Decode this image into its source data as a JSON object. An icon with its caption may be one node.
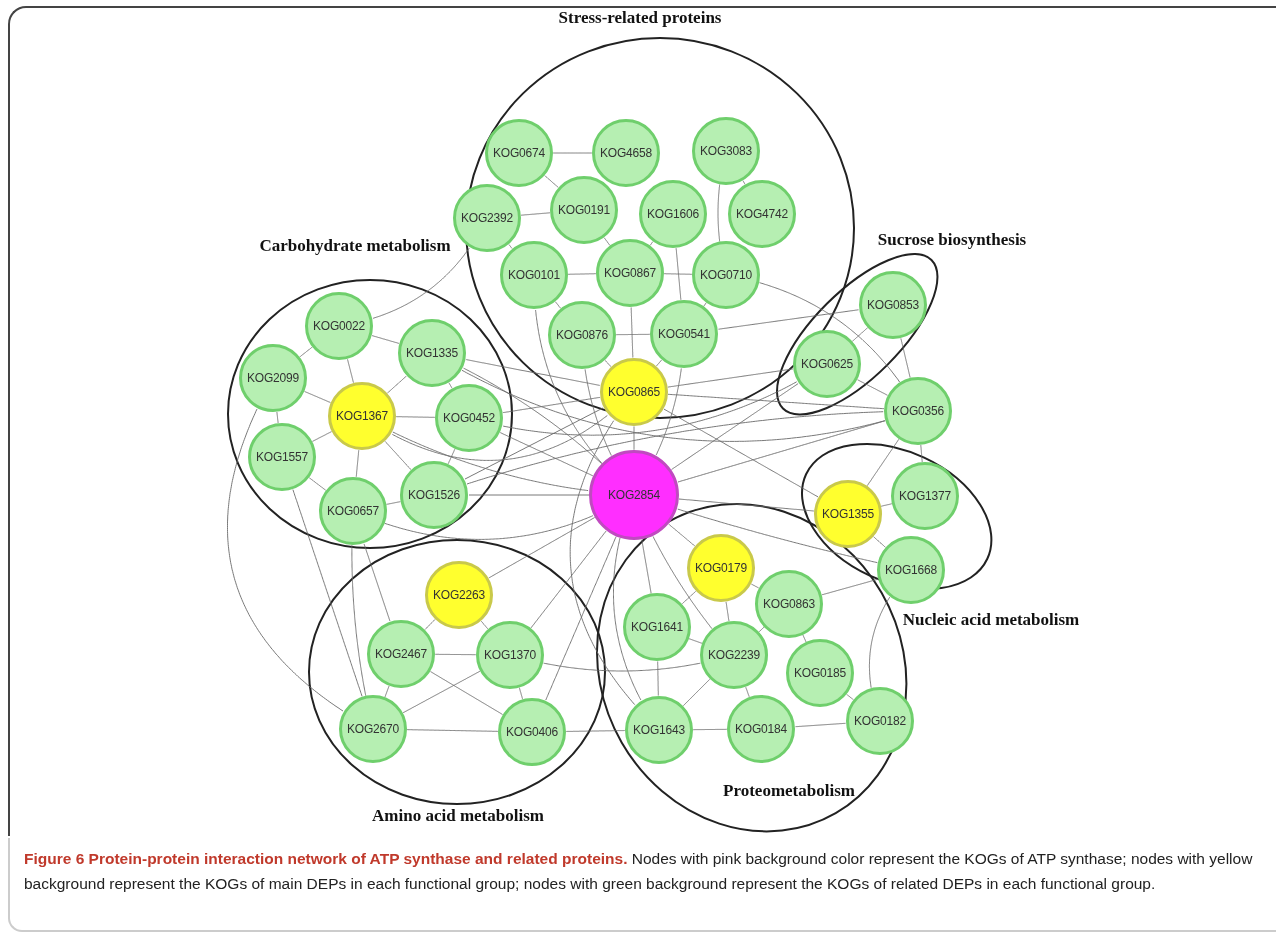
{
  "diagram": {
    "caption": "**Figure 6 Protein-protein interaction network of ATP synthase and related proteins.** Nodes with pink background color represent the KOGs of ATP synthase; nodes with yellow background represent the KOGs of main DEPs in each functional group; nodes with green background represent the KOGs of related DEPs in each functional group.",
    "nodes": [
      {
        "text": [
          "Stress-related proteins"
        ]
      },
      {
        "text": [
          "KOG0674"
        ],
        "in": 0
      },
      {
        "text": [
          "KOG4658"
        ],
        "in": 0
      },
      {
        "text": [
          "KOG3083"
        ],
        "in": 0
      },
      {
        "text": [
          "KOG2392"
        ]
      },
      {
        "text": [
          "KOG0191"
        ],
        "in": 0
      },
      {
        "text": [
          "KOG1606"
        ],
        "in": 0
      },
      {
        "text": [
          "KOG4742"
        ],
        "in": 0
      },
      {
        "text": [
          "KOG0101"
        ],
        "in": 0
      },
      {
        "text": [
          "KOG0867"
        ],
        "in": 0
      },
      {
        "text": [
          "KOG0710"
        ],
        "in": 0
      },
      {
        "text": [
          "KOG0876"
        ],
        "in": 0
      },
      {
        "text": [
          "KOG0541"
        ],
        "in": 0
      },
      {
        "text": [
          "KOG0865"
        ]
      },
      {
        "text": [
          "Carbohydrate metabolism"
        ]
      },
      {
        "text": [
          "KOG0022"
        ],
        "in": 14
      },
      {
        "text": [
          "KOG1335"
        ],
        "in": 14
      },
      {
        "text": [
          "KOG2099"
        ],
        "in": 14
      },
      {
        "text": [
          "KOG1367"
        ],
        "in": 14
      },
      {
        "text": [
          "KOG0452"
        ],
        "in": 14
      },
      {
        "text": [
          "KOG1557"
        ],
        "in": 14
      },
      {
        "text": [
          "KOG1526"
        ],
        "in": 14
      },
      {
        "text": [
          "KOG0657"
        ],
        "in": 14
      },
      {
        "text": [
          "Sucrose biosynthesis"
        ]
      },
      {
        "text": [
          "KOG0853"
        ],
        "in": 23
      },
      {
        "text": [
          "KOG0625"
        ],
        "in": 23
      },
      {
        "text": [
          "KOG0356"
        ]
      },
      {
        "text": [
          "KOG2854"
        ]
      },
      {
        "text": [
          "Nucleic acid metabolism"
        ]
      },
      {
        "text": [
          "KOG1355"
        ],
        "in": 28
      },
      {
        "text": [
          "KOG1377"
        ],
        "in": 28
      },
      {
        "text": [
          "KOG1668"
        ]
      },
      {
        "text": [
          "Amino acid metabolism"
        ]
      },
      {
        "text": [
          "KOG2263"
        ],
        "in": 32
      },
      {
        "text": [
          "KOG2467"
        ],
        "in": 32
      },
      {
        "text": [
          "KOG1370"
        ],
        "in": 32
      },
      {
        "text": [
          "KOG2670"
        ],
        "in": 32
      },
      {
        "text": [
          "KOG0406"
        ],
        "in": 32
      },
      {
        "text": [
          "Proteometabolism"
        ]
      },
      {
        "text": [
          "KOG0179"
        ],
        "in": 38
      },
      {
        "text": [
          "KOG0863"
        ],
        "in": 38
      },
      {
        "text": [
          "KOG1641"
        ],
        "in": 38
      },
      {
        "text": [
          "KOG2239"
        ],
        "in": 38
      },
      {
        "text": [
          "KOG0185"
        ],
        "in": 38
      },
      {
        "text": [
          "KOG1643"
        ],
        "in": 38
      },
      {
        "text": [
          "KOG0184"
        ],
        "in": 38
      },
      {
        "text": [
          "KOG0182"
        ]
      }
    ],
    "edges": [
      {
        "from": 27,
        "to": 13,
        "arrow": "none"
      },
      {
        "from": 27,
        "to": 18,
        "arrow": "none"
      },
      {
        "from": 27,
        "to": 33,
        "arrow": "none"
      },
      {
        "from": 27,
        "to": 39,
        "arrow": "none"
      },
      {
        "from": 27,
        "to": 29,
        "arrow": "none"
      },
      {
        "from": 27,
        "to": 11,
        "arrow": "none"
      },
      {
        "from": 27,
        "to": 12,
        "arrow": "none"
      },
      {
        "from": 27,
        "to": 8,
        "arrow": "none"
      },
      {
        "from": 27,
        "to": 21,
        "arrow": "none"
      },
      {
        "from": 27,
        "to": 22,
        "arrow": "none"
      },
      {
        "from": 27,
        "to": 19,
        "arrow": "none"
      },
      {
        "from": 27,
        "to": 16,
        "arrow": "none"
      },
      {
        "from": 27,
        "to": 41,
        "arrow": "none"
      },
      {
        "from": 27,
        "to": 42,
        "arrow": "none"
      },
      {
        "from": 27,
        "to": 44,
        "arrow": "none"
      },
      {
        "from": 27,
        "to": 35,
        "arrow": "none"
      },
      {
        "from": 27,
        "to": 37,
        "arrow": "none"
      },
      {
        "from": 27,
        "to": 26,
        "arrow": "none"
      },
      {
        "from": 27,
        "to": 25,
        "arrow": "none"
      },
      {
        "from": 27,
        "to": 31,
        "arrow": "none"
      },
      {
        "from": 13,
        "to": 11,
        "arrow": "none"
      },
      {
        "from": 13,
        "to": 12,
        "arrow": "none"
      },
      {
        "from": 13,
        "to": 9,
        "arrow": "none"
      },
      {
        "from": 13,
        "to": 18,
        "arrow": "none"
      },
      {
        "from": 13,
        "to": 19,
        "arrow": "none"
      },
      {
        "from": 13,
        "to": 16,
        "arrow": "none"
      },
      {
        "from": 13,
        "to": 29,
        "arrow": "none"
      },
      {
        "from": 13,
        "to": 26,
        "arrow": "none"
      },
      {
        "from": 13,
        "to": 25,
        "arrow": "none"
      },
      {
        "from": 13,
        "to": 21,
        "arrow": "none"
      },
      {
        "from": 1,
        "to": 2,
        "arrow": "none"
      },
      {
        "from": 4,
        "to": 5,
        "arrow": "none"
      },
      {
        "from": 8,
        "to": 9,
        "arrow": "none"
      },
      {
        "from": 9,
        "to": 10,
        "arrow": "none"
      },
      {
        "from": 11,
        "to": 12,
        "arrow": "none"
      },
      {
        "from": 1,
        "to": 5,
        "arrow": "none"
      },
      {
        "from": 3,
        "to": 7,
        "arrow": "none"
      },
      {
        "from": 3,
        "to": 10,
        "arrow": "none"
      },
      {
        "from": 4,
        "to": 8,
        "arrow": "none"
      },
      {
        "from": 5,
        "to": 9,
        "arrow": "none"
      },
      {
        "from": 6,
        "to": 9,
        "arrow": "none"
      },
      {
        "from": 8,
        "to": 11,
        "arrow": "none"
      },
      {
        "from": 10,
        "to": 12,
        "arrow": "none"
      },
      {
        "from": 6,
        "to": 12,
        "arrow": "none"
      },
      {
        "from": 15,
        "to": 16,
        "arrow": "none"
      },
      {
        "from": 15,
        "to": 17,
        "arrow": "none"
      },
      {
        "from": 15,
        "to": 18,
        "arrow": "none"
      },
      {
        "from": 16,
        "to": 18,
        "arrow": "none"
      },
      {
        "from": 17,
        "to": 18,
        "arrow": "none"
      },
      {
        "from": 17,
        "to": 20,
        "arrow": "none"
      },
      {
        "from": 18,
        "to": 19,
        "arrow": "none"
      },
      {
        "from": 18,
        "to": 20,
        "arrow": "none"
      },
      {
        "from": 18,
        "to": 22,
        "arrow": "none"
      },
      {
        "from": 18,
        "to": 21,
        "arrow": "none"
      },
      {
        "from": 19,
        "to": 21,
        "arrow": "none"
      },
      {
        "from": 20,
        "to": 22,
        "arrow": "none"
      },
      {
        "from": 21,
        "to": 22,
        "arrow": "none"
      },
      {
        "from": 16,
        "to": 19,
        "arrow": "none"
      },
      {
        "from": 24,
        "to": 25,
        "arrow": "none"
      },
      {
        "from": 25,
        "to": 26,
        "arrow": "none"
      },
      {
        "from": 24,
        "to": 26,
        "arrow": "none"
      },
      {
        "from": 29,
        "to": 30,
        "arrow": "none"
      },
      {
        "from": 29,
        "to": 31,
        "arrow": "none"
      },
      {
        "from": 30,
        "to": 26,
        "arrow": "none"
      },
      {
        "from": 29,
        "to": 26,
        "arrow": "none"
      },
      {
        "from": 33,
        "to": 34,
        "arrow": "none"
      },
      {
        "from": 33,
        "to": 35,
        "arrow": "none"
      },
      {
        "from": 34,
        "to": 35,
        "arrow": "none"
      },
      {
        "from": 34,
        "to": 36,
        "arrow": "none"
      },
      {
        "from": 35,
        "to": 37,
        "arrow": "none"
      },
      {
        "from": 36,
        "to": 37,
        "arrow": "none"
      },
      {
        "from": 34,
        "to": 37,
        "arrow": "none"
      },
      {
        "from": 35,
        "to": 36,
        "arrow": "none"
      },
      {
        "from": 39,
        "to": 40,
        "arrow": "none"
      },
      {
        "from": 39,
        "to": 41,
        "arrow": "none"
      },
      {
        "from": 39,
        "to": 42,
        "arrow": "none"
      },
      {
        "from": 40,
        "to": 43,
        "arrow": "none"
      },
      {
        "from": 41,
        "to": 42,
        "arrow": "none"
      },
      {
        "from": 41,
        "to": 44,
        "arrow": "none"
      },
      {
        "from": 42,
        "to": 44,
        "arrow": "none"
      },
      {
        "from": 42,
        "to": 45,
        "arrow": "none"
      },
      {
        "from": 43,
        "to": 46,
        "arrow": "none"
      },
      {
        "from": 44,
        "to": 45,
        "arrow": "none"
      },
      {
        "from": 45,
        "to": 46,
        "arrow": "none"
      },
      {
        "from": 40,
        "to": 42,
        "arrow": "none"
      },
      {
        "from": 4,
        "to": 15,
        "arrow": "none"
      },
      {
        "from": 35,
        "to": 42,
        "arrow": "none"
      },
      {
        "from": 37,
        "to": 44,
        "arrow": "none"
      },
      {
        "from": 36,
        "to": 22,
        "arrow": "none"
      },
      {
        "from": 36,
        "to": 20,
        "arrow": "none"
      },
      {
        "from": 36,
        "to": 17,
        "arrow": "none"
      },
      {
        "from": 34,
        "to": 22,
        "arrow": "none"
      },
      {
        "from": 16,
        "to": 26,
        "arrow": "none"
      },
      {
        "from": 19,
        "to": 25,
        "arrow": "none"
      },
      {
        "from": 21,
        "to": 26,
        "arrow": "none"
      },
      {
        "from": 40,
        "to": 31,
        "arrow": "none"
      },
      {
        "from": 46,
        "to": 31,
        "arrow": "none"
      },
      {
        "from": 44,
        "to": 13,
        "arrow": "none"
      },
      {
        "from": 10,
        "to": 26,
        "arrow": "none"
      },
      {
        "from": 12,
        "to": 24,
        "arrow": "none"
      }
    ]
  }
}
